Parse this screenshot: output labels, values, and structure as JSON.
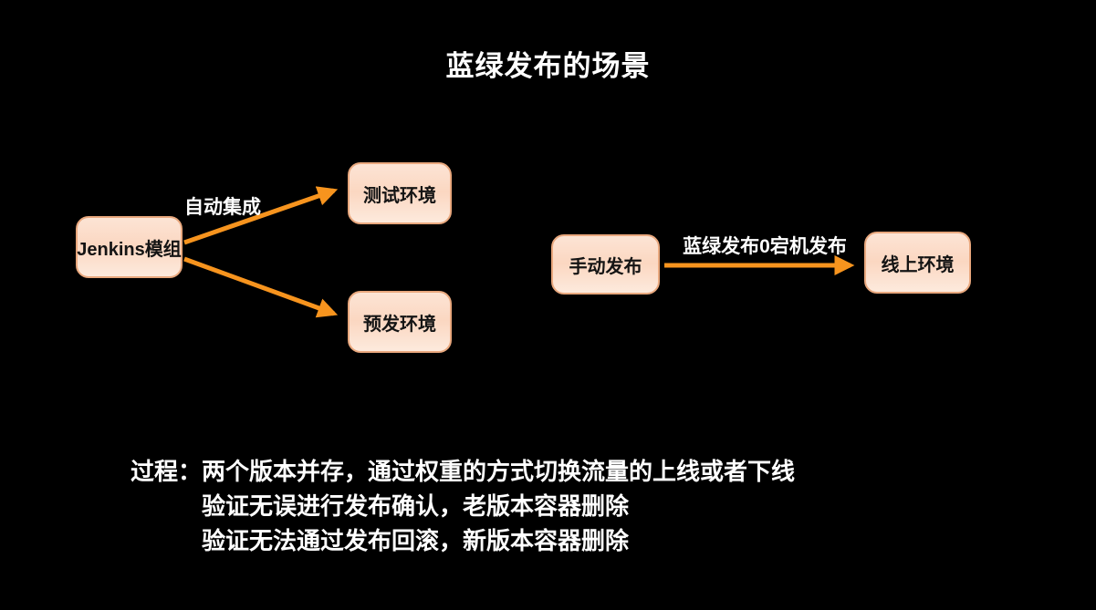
{
  "title": "蓝绿发布的场景",
  "colors": {
    "background": "#000000",
    "arrow": "#f7941e",
    "box_border": "#e9a87e",
    "box_fill_top": "#fce4d5",
    "box_fill_mid": "#fbd7c1",
    "box_fill_bottom": "#fdeadd",
    "text": "#ffffff",
    "box_text": "#141414"
  },
  "nodes": [
    {
      "id": "jenkins",
      "label": "Jenkins模组"
    },
    {
      "id": "test-env",
      "label": "测试环境"
    },
    {
      "id": "pre-env",
      "label": "预发环境"
    },
    {
      "id": "manual-release",
      "label": "手动发布"
    },
    {
      "id": "online-env",
      "label": "线上环境"
    }
  ],
  "edges": [
    {
      "from": "jenkins",
      "to": "test-env",
      "label": "自动集成"
    },
    {
      "from": "jenkins",
      "to": "pre-env",
      "label": ""
    },
    {
      "from": "manual-release",
      "to": "online-env",
      "label": "蓝绿发布0宕机发布"
    }
  ],
  "notes": {
    "lines": [
      "过程：两个版本并存，通过权重的方式切换流量的上线或者下线",
      "验证无误进行发布确认，老版本容器删除",
      "验证无法通过发布回滚，新版本容器删除"
    ]
  }
}
